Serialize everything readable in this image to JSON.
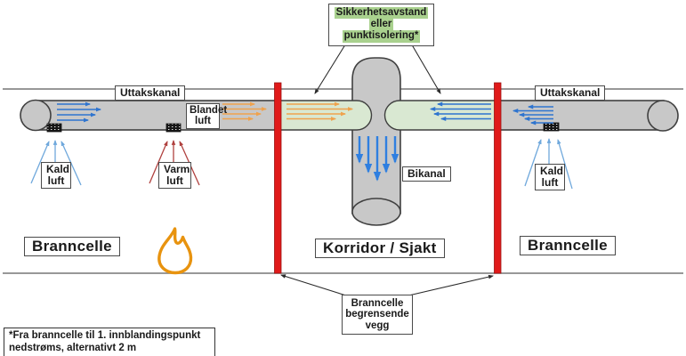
{
  "diagram": {
    "safety_note": [
      "Sikkerhetsavstand",
      "eller",
      "punktisolering*"
    ],
    "labels": {
      "uttakskanal_left": "Uttakskanal",
      "uttakskanal_right": "Uttakskanal",
      "blandet_luft": [
        "Blandet",
        "luft"
      ],
      "kald_luft_left": [
        "Kald",
        "luft"
      ],
      "varm_luft": [
        "Varm",
        "luft"
      ],
      "kald_luft_right": [
        "Kald",
        "luft"
      ],
      "bikanal": "Bikanal",
      "branncelle_left": "Branncelle",
      "korridor_sjakt": "Korridor / Sjakt",
      "branncelle_right": "Branncelle",
      "wall_label": [
        "Branncelle",
        "begrensende",
        "vegg"
      ]
    },
    "footnote": [
      "*Fra branncelle til 1. innblandingspunkt",
      "nedstrøms, alternativt 2 m"
    ],
    "icons": {
      "flame": "flame-icon",
      "grille": "vent-grille-icon"
    },
    "colors": {
      "duct_gray": "#c8c8c8",
      "duct_outline": "#404040",
      "safety_zone_green": "#d9e8d2",
      "highlight_green": "#a9d18e",
      "fire_wall_red": "#e01a1a",
      "cold_air_blue": "#2e74cf",
      "cold_air_light_blue": "#6fa8dc",
      "warm_air_red": "#b0413f",
      "mixed_air_orange": "#efa24d",
      "downflow_blue": "#2f7fe0",
      "flame_orange": "#e8930f",
      "wall_floor_line": "#8a8a8a"
    }
  }
}
